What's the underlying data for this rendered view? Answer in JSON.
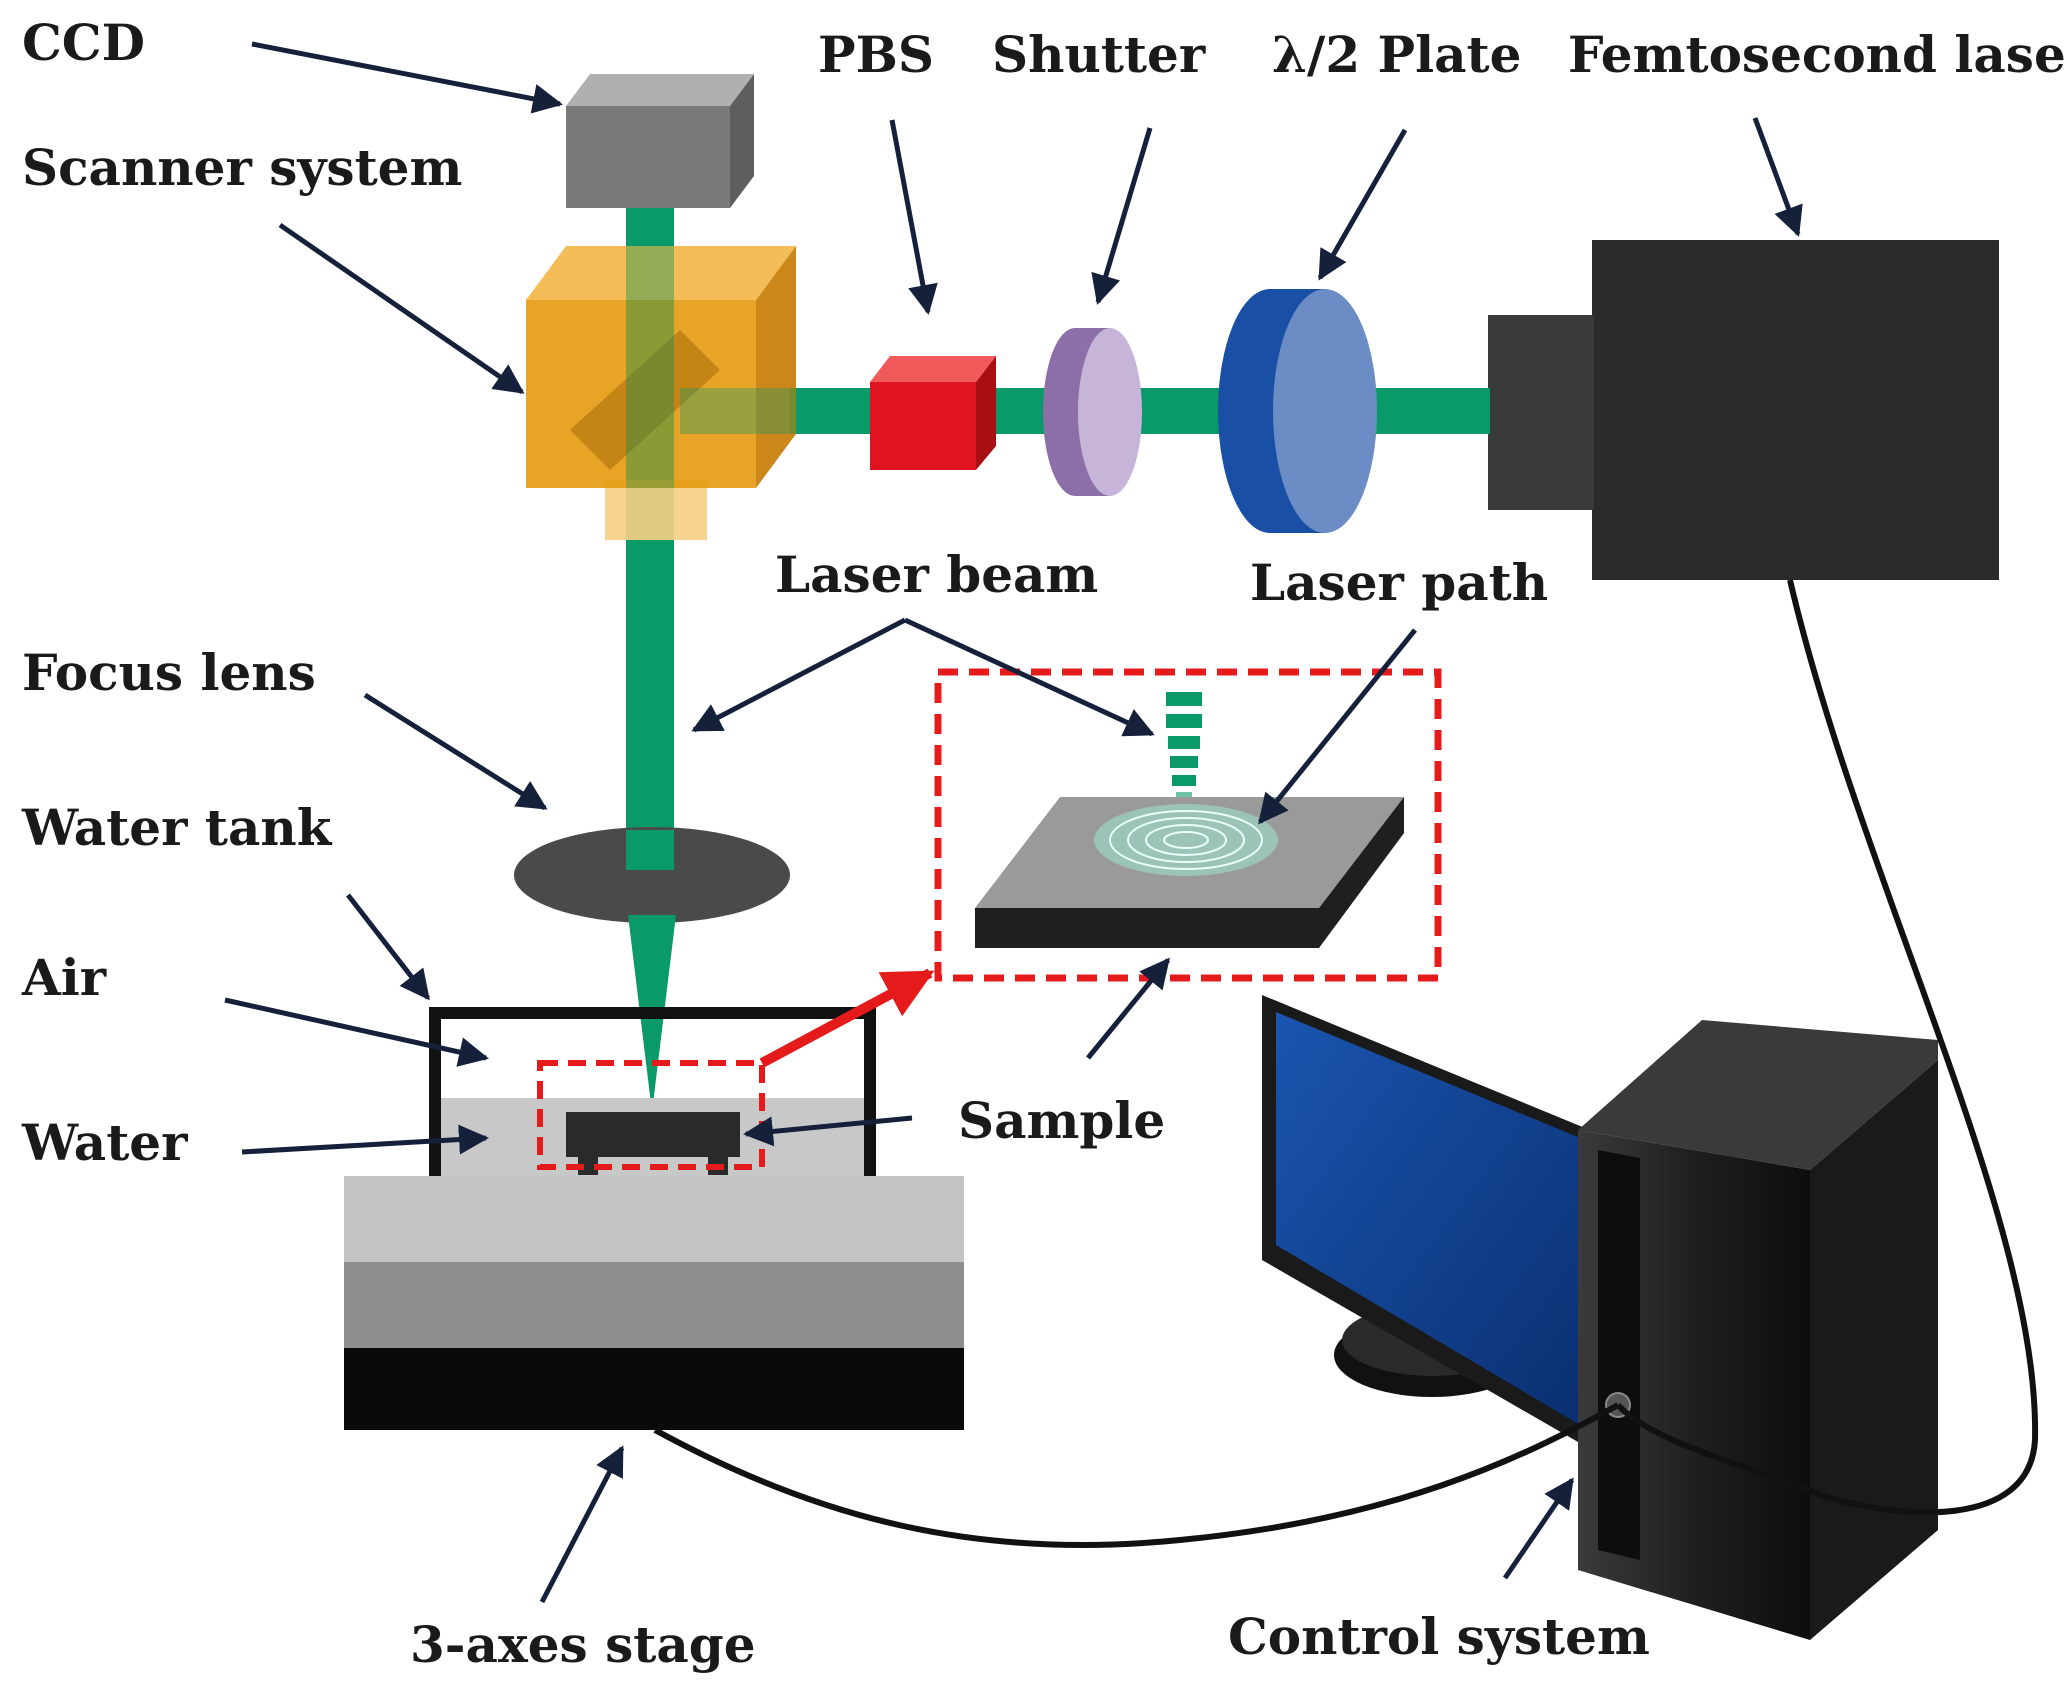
{
  "labels": {
    "ccd": "CCD",
    "scanner": "Scanner system",
    "pbs": "PBS",
    "shutter": "Shutter",
    "half_wave_plate": "λ/2 Plate",
    "laser": "Femtosecond laser",
    "laser_beam": "Laser beam",
    "laser_path": "Laser path",
    "focus_lens": "Focus lens",
    "water_tank": "Water tank",
    "air": "Air",
    "water": "Water",
    "sample": "Sample",
    "stage": "3-axes stage",
    "control": "Control system"
  },
  "colors": {
    "beam": "#0a9a6a",
    "ccd": "#7a7a7a",
    "scanner": "#e69a10",
    "pbs": "#e0141e",
    "shutter": "#8c6ea8",
    "wave_plate": "#1a4fa6",
    "laser_body": "#2b2b2b",
    "highlight": "#e51b1b",
    "arrow": "#15203a",
    "screen": "#0b3d8c"
  }
}
